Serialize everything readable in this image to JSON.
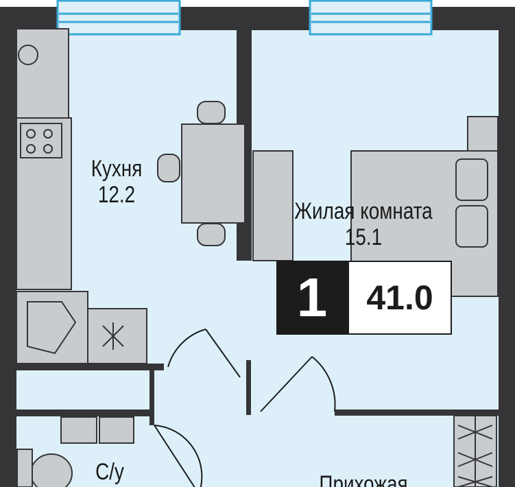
{
  "rooms": {
    "kitchen": {
      "name": "Кухня",
      "area": "12.2"
    },
    "living": {
      "name": "Жилая комната",
      "area": "15.1"
    },
    "bathroom": {
      "name": "С/у"
    },
    "hallway": {
      "name": "Прихожая"
    }
  },
  "badge": {
    "rooms_count": "1",
    "total_area": "41.0"
  },
  "colors": {
    "wall": "#353537",
    "floor": "#ddf0f9",
    "furniture": "#c9cccf",
    "window": "#3aa8d8"
  }
}
